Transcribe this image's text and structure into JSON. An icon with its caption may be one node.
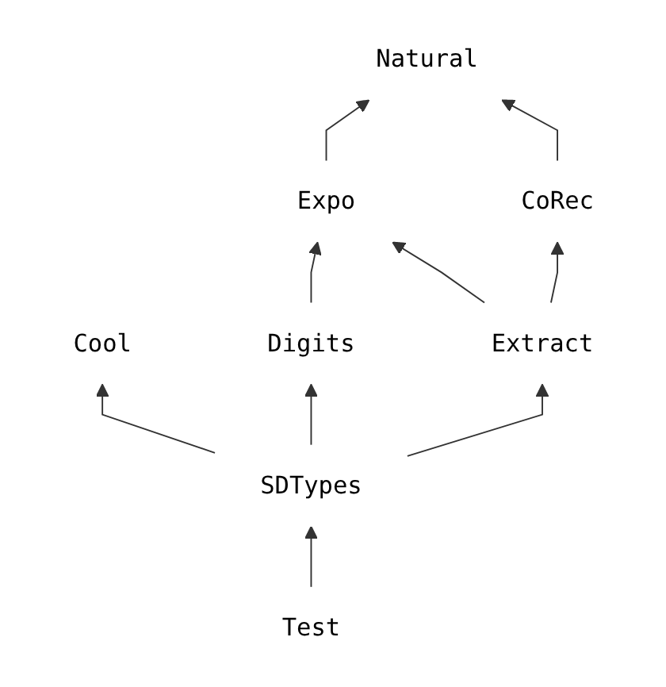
{
  "diagram": {
    "nodes": [
      {
        "text": [
          "Natural"
        ]
      },
      {
        "text": [
          "Expo"
        ]
      },
      {
        "text": [
          "CoRec"
        ]
      },
      {
        "text": [
          "Cool"
        ]
      },
      {
        "text": [
          "Digits"
        ]
      },
      {
        "text": [
          "Extract"
        ]
      },
      {
        "text": [
          "SDTypes"
        ]
      },
      {
        "text": [
          "Test"
        ]
      }
    ],
    "edges": [
      {
        "from": 7,
        "to": 6,
        "arrow": "to"
      },
      {
        "from": 6,
        "to": 3,
        "arrow": "to"
      },
      {
        "from": 6,
        "to": 4,
        "arrow": "to"
      },
      {
        "from": 6,
        "to": 5,
        "arrow": "to"
      },
      {
        "from": 4,
        "to": 1,
        "arrow": "to"
      },
      {
        "from": 5,
        "to": 1,
        "arrow": "to"
      },
      {
        "from": 5,
        "to": 2,
        "arrow": "to"
      },
      {
        "from": 1,
        "to": 0,
        "arrow": "to"
      },
      {
        "from": 2,
        "to": 0,
        "arrow": "to"
      }
    ]
  }
}
